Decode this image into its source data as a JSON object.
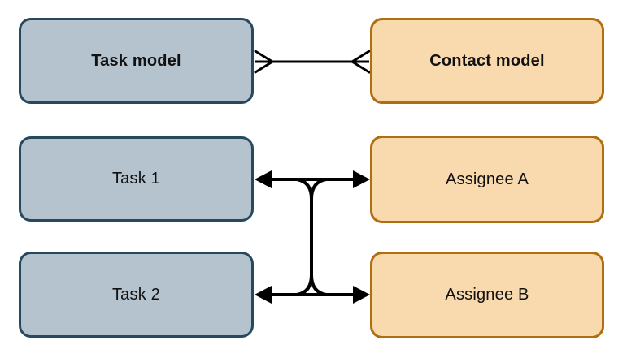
{
  "colors": {
    "background": "#ffffff",
    "text": "#111111",
    "edge": "#000000",
    "blue-fill": "#b5c3ce",
    "blue-border": "#27495f",
    "orange-fill": "#f9d9ae",
    "orange-border": "#b06e10"
  },
  "nodes": {
    "task_model": {
      "label": "Task model"
    },
    "contact_model": {
      "label": "Contact model"
    },
    "task_1": {
      "label": "Task 1"
    },
    "task_2": {
      "label": "Task 2"
    },
    "assignee_a": {
      "label": "Assignee A"
    },
    "assignee_b": {
      "label": "Assignee B"
    }
  },
  "edges": [
    {
      "from": "Task model",
      "to": "Contact model",
      "style": "crow-foot-many-to-many"
    },
    {
      "from": "Task 1",
      "to": "Assignee A",
      "style": "double-headed-arrow"
    },
    {
      "from": "Task 2",
      "to": "Assignee B",
      "style": "double-headed-arrow"
    },
    {
      "from": "Task 1",
      "to": "Assignee B",
      "style": "double-headed-arrow-via-shared-trunk"
    },
    {
      "from": "Task 2",
      "to": "Assignee A",
      "style": "double-headed-arrow-via-shared-trunk"
    }
  ]
}
